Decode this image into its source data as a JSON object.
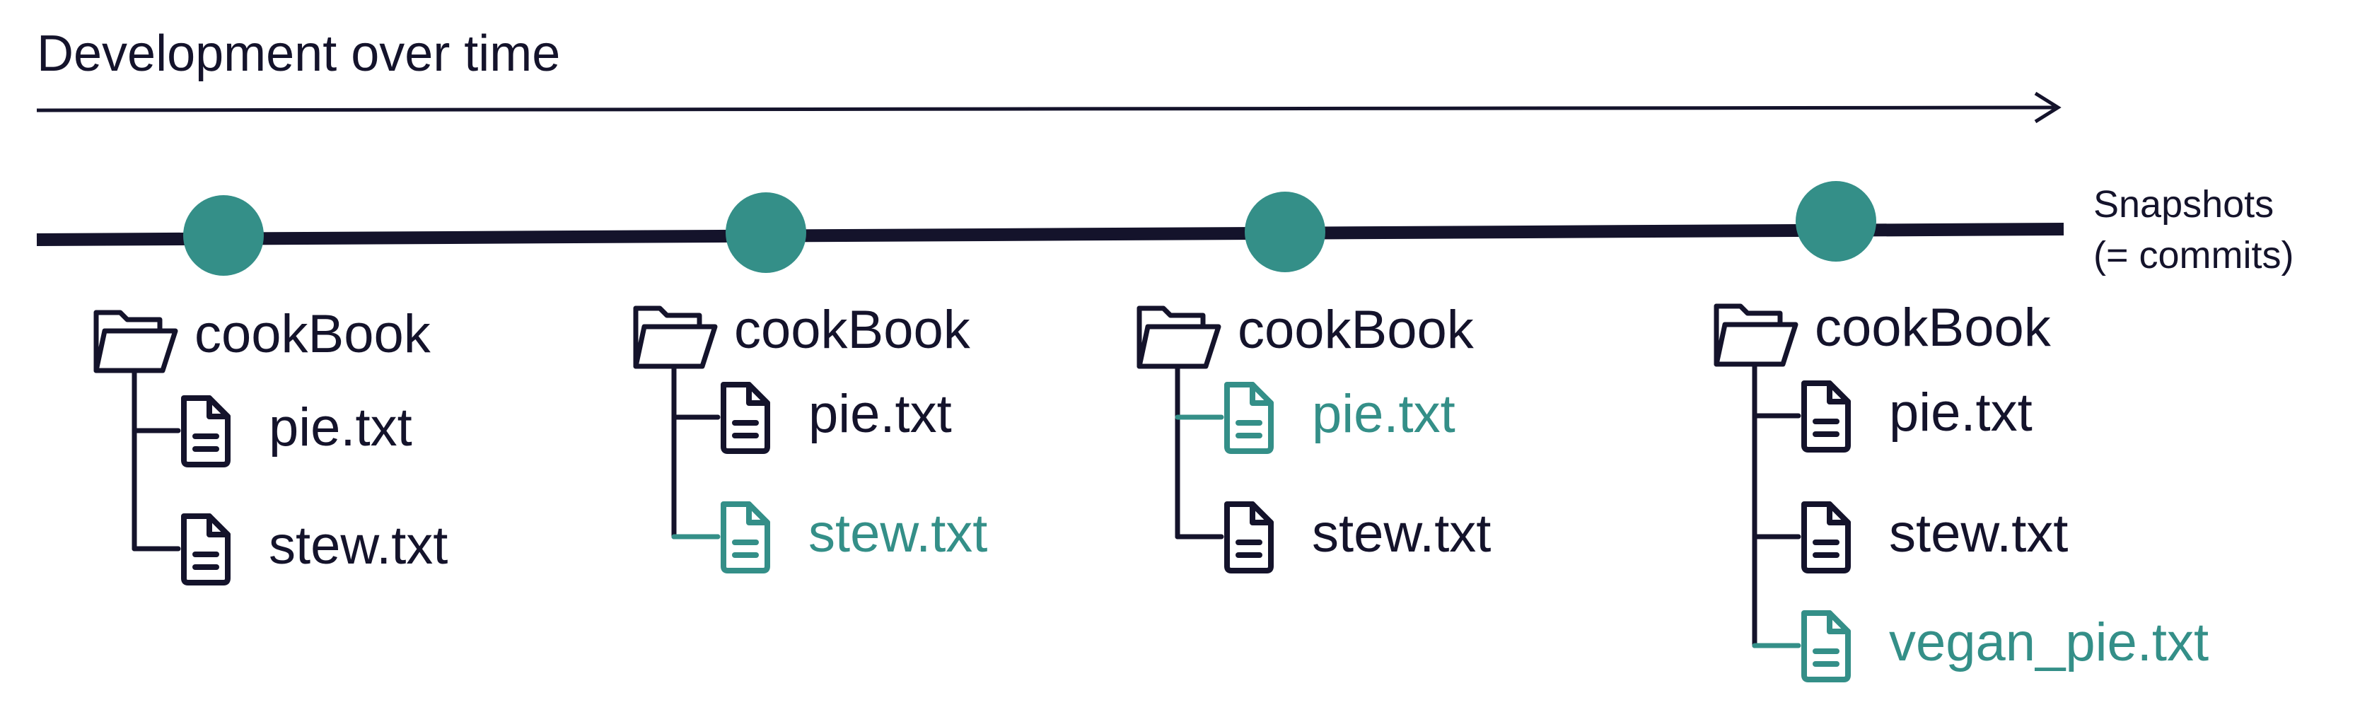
{
  "header": {
    "title": "Development over time"
  },
  "timeline": {
    "label_line1": "Snapshots",
    "label_line2": "(= commits)",
    "accent_color": "#348f88",
    "ink_color": "#14132b"
  },
  "snapshots": [
    {
      "folder": "cookBook",
      "files": [
        {
          "name": "pie.txt",
          "changed": false
        },
        {
          "name": "stew.txt",
          "changed": false
        }
      ]
    },
    {
      "folder": "cookBook",
      "files": [
        {
          "name": "pie.txt",
          "changed": false
        },
        {
          "name": "stew.txt",
          "changed": true
        }
      ]
    },
    {
      "folder": "cookBook",
      "files": [
        {
          "name": "pie.txt",
          "changed": true
        },
        {
          "name": "stew.txt",
          "changed": false
        }
      ]
    },
    {
      "folder": "cookBook",
      "files": [
        {
          "name": "pie.txt",
          "changed": false
        },
        {
          "name": "stew.txt",
          "changed": false
        },
        {
          "name": "vegan_pie.txt",
          "changed": true
        }
      ]
    }
  ],
  "icons": {
    "folder": "folder-open-icon",
    "file": "file-text-icon"
  }
}
